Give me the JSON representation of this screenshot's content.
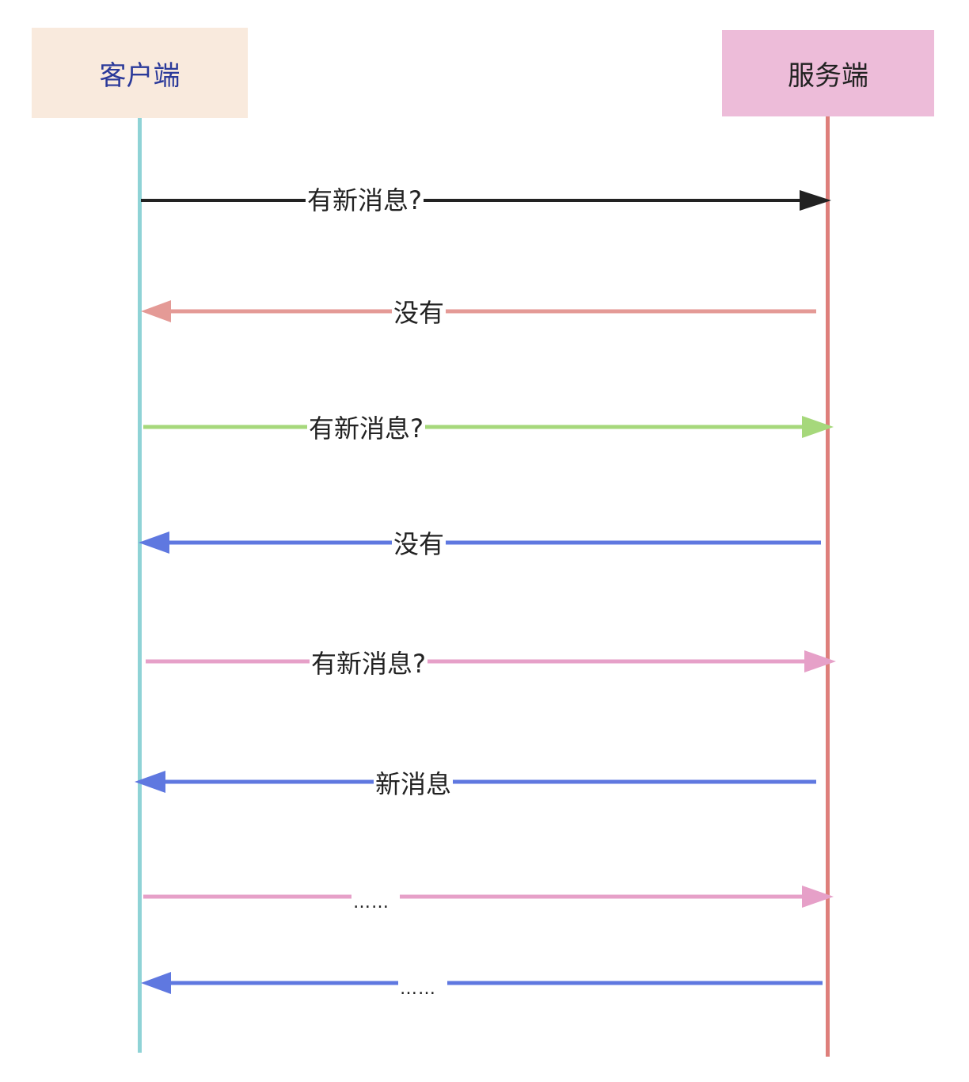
{
  "actors": {
    "client": {
      "label": "客户端",
      "bg": "#f9eadd",
      "text_color": "#2b3a9a",
      "lifeline_color": "#8fd3d6"
    },
    "server": {
      "label": "服务端",
      "bg": "#edbcd9",
      "text_color": "#222222",
      "lifeline_color": "#de7f7b"
    }
  },
  "messages": [
    {
      "label": "有新消息?",
      "direction": "client-to-server",
      "color": "#222222"
    },
    {
      "label": "没有",
      "direction": "server-to-client",
      "color": "#e49a96"
    },
    {
      "label": "有新消息?",
      "direction": "client-to-server",
      "color": "#a6d87b"
    },
    {
      "label": "没有",
      "direction": "server-to-client",
      "color": "#5f78e0"
    },
    {
      "label": "有新消息?",
      "direction": "client-to-server",
      "color": "#e6a0c8"
    },
    {
      "label": "新消息",
      "direction": "server-to-client",
      "color": "#5f78e0"
    },
    {
      "label": "……",
      "direction": "client-to-server",
      "color": "#e6a0c8"
    },
    {
      "label": "……",
      "direction": "server-to-client",
      "color": "#5f78e0"
    }
  ]
}
